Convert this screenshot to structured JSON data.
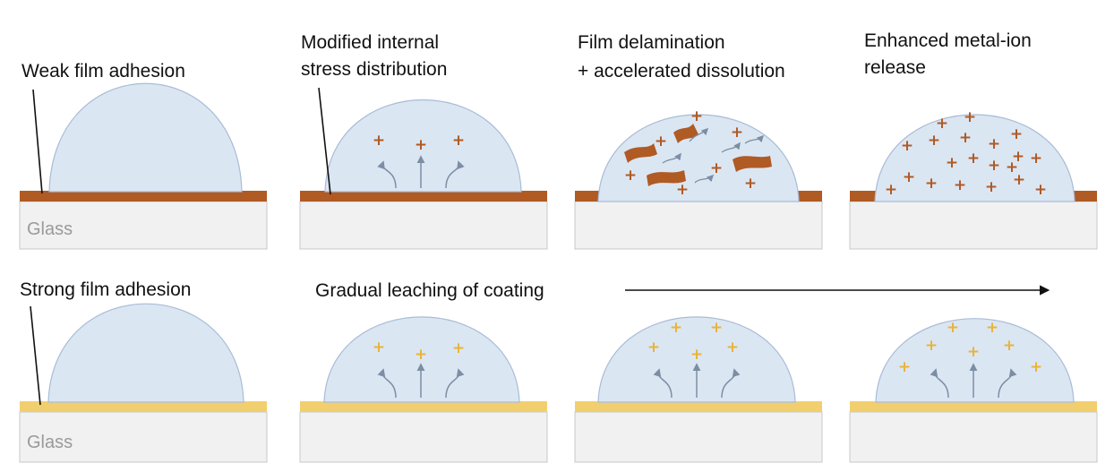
{
  "colors": {
    "droplet_fill": "#dbe6f3",
    "droplet_stroke": "#a9bcd6",
    "glass_fill": "#f1f1f1",
    "glass_stroke": "#c8c8c8",
    "weak_film": "#b05a24",
    "strong_film": "#f2cf6e",
    "ion_weak": "#b05a24",
    "ion_strong": "#e8b43a",
    "arrow": "#7c8ea3",
    "text": "#111111",
    "glass_text": "#9a9a9a"
  },
  "substrate_label": "Glass",
  "ion_symbol": "+",
  "top_row": {
    "row_label": "Weak film adhesion",
    "stages": [
      {
        "caption": []
      },
      {
        "caption": [
          "Modified internal",
          "stress distribution"
        ]
      },
      {
        "caption": [
          "Film delamination",
          "+ accelerated dissolution"
        ]
      },
      {
        "caption": [
          "Enhanced metal-ion",
          "release"
        ]
      }
    ]
  },
  "bottom_row": {
    "row_label": "Strong film adhesion",
    "process_label": "Gradual leaching of coating",
    "stages": [
      {
        "caption": []
      },
      {
        "caption": []
      },
      {
        "caption": []
      },
      {
        "caption": []
      }
    ]
  },
  "icons": {
    "droplet": "droplet-shape",
    "film_flake": "flake-shape",
    "leach_arrow": "curved-arrow-icon",
    "process_arrow": "long-right-arrow-icon"
  }
}
